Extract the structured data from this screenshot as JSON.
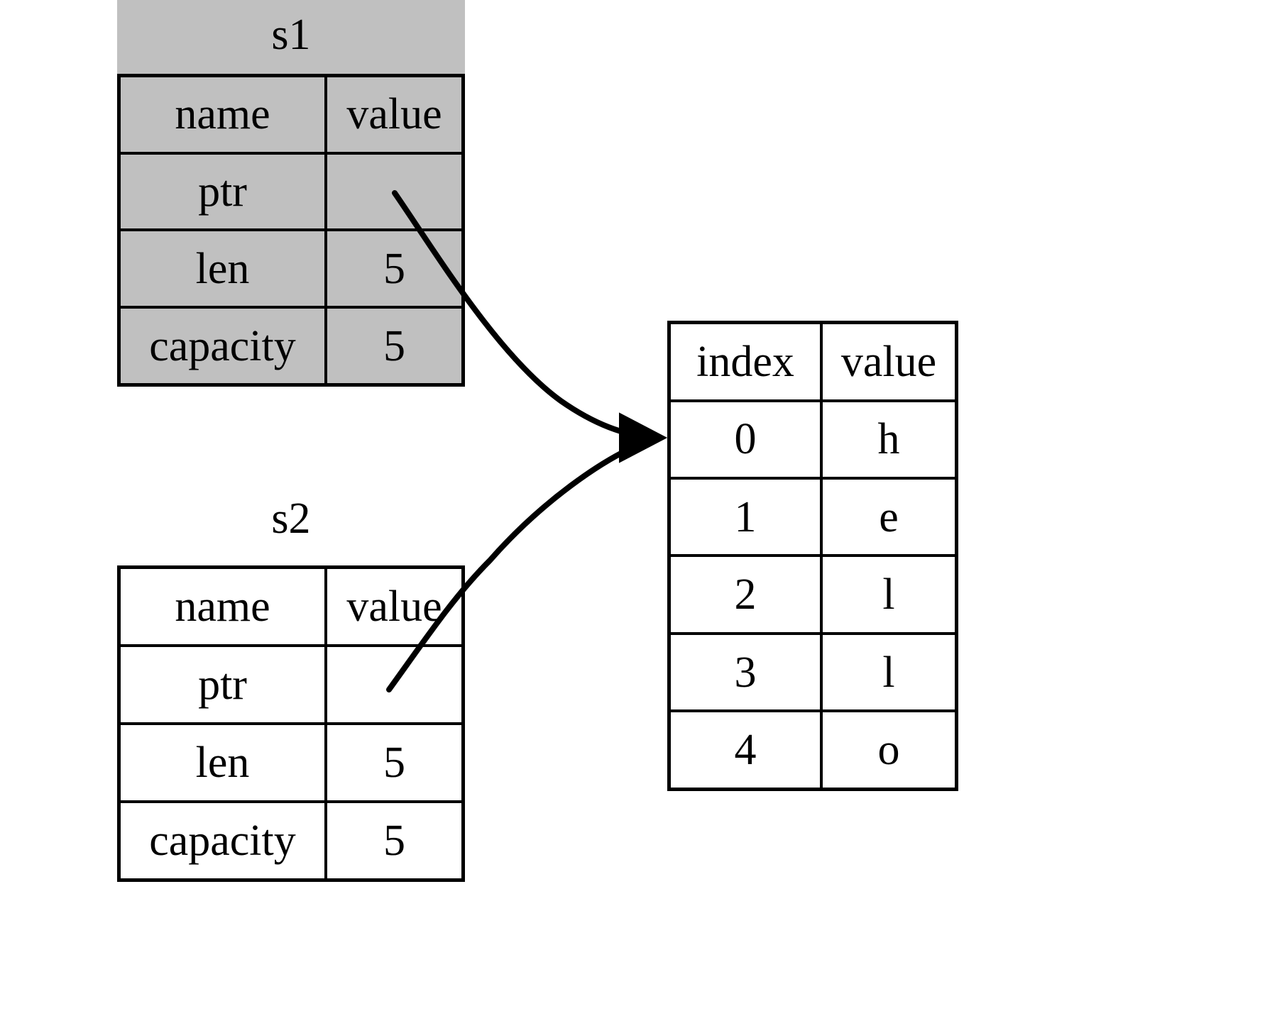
{
  "diagram": {
    "kind": "memory-layout",
    "background": "#ffffff",
    "highlight_color": "#c0c0c0",
    "line_color": "#000000"
  },
  "nodes": {
    "s1": {
      "title": "s1",
      "highlighted": true,
      "headers": {
        "name": "name",
        "value": "value"
      },
      "rows": [
        {
          "name": "ptr",
          "value": ""
        },
        {
          "name": "len",
          "value": "5"
        },
        {
          "name": "capacity",
          "value": "5"
        }
      ]
    },
    "s2": {
      "title": "s2",
      "highlighted": false,
      "headers": {
        "name": "name",
        "value": "value"
      },
      "rows": [
        {
          "name": "ptr",
          "value": ""
        },
        {
          "name": "len",
          "value": "5"
        },
        {
          "name": "capacity",
          "value": "5"
        }
      ]
    },
    "buffer": {
      "headers": {
        "index": "index",
        "value": "value"
      },
      "rows": [
        {
          "index": "0",
          "value": "h"
        },
        {
          "index": "1",
          "value": "e"
        },
        {
          "index": "2",
          "value": "l"
        },
        {
          "index": "3",
          "value": "l"
        },
        {
          "index": "4",
          "value": "o"
        }
      ]
    }
  },
  "edges": [
    {
      "from": "s1.ptr",
      "to": "buffer.0",
      "arrowhead": "filled-triangle"
    },
    {
      "from": "s2.ptr",
      "to": "buffer.0",
      "arrowhead": "filled-triangle"
    }
  ]
}
